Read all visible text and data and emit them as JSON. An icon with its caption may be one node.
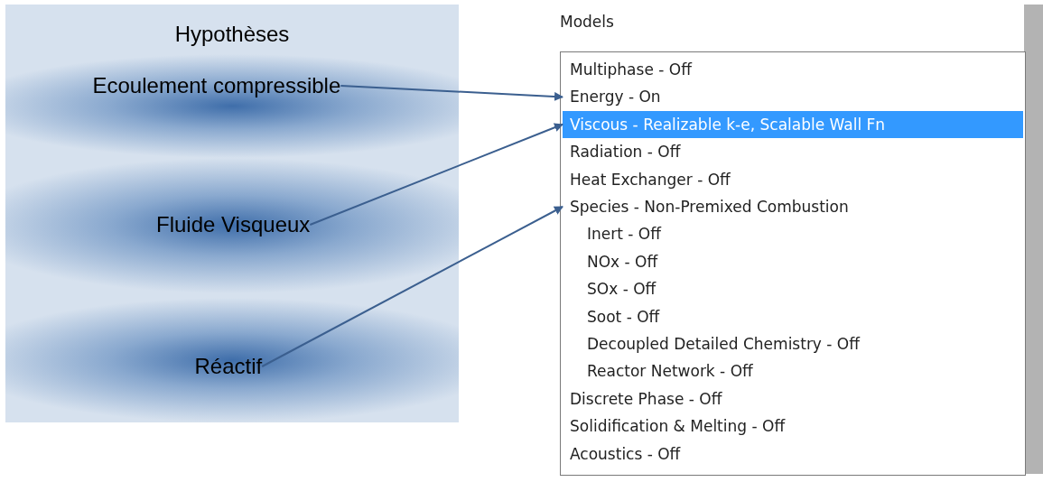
{
  "diagram": {
    "nodes": [
      {
        "text": [
          "Hypothèses"
        ]
      },
      {
        "text": [
          "Ecoulement compressible"
        ],
        "in": 0
      },
      {
        "text": [
          "Fluide Visqueux"
        ],
        "in": 0
      },
      {
        "text": [
          "Réactif"
        ],
        "in": 0
      },
      {
        "text": [
          "Models"
        ]
      },
      {
        "text": [
          "Multiphase - Off"
        ],
        "in": 4
      },
      {
        "text": [
          "Energy - On"
        ],
        "in": 4
      },
      {
        "text": [
          "Viscous - Realizable k-e, Scalable Wall Fn"
        ],
        "in": 4
      },
      {
        "text": [
          "Radiation - Off"
        ],
        "in": 4
      },
      {
        "text": [
          "Heat Exchanger - Off"
        ],
        "in": 4
      },
      {
        "text": [
          "Species - Non-Premixed Combustion"
        ],
        "in": 4
      },
      {
        "text": [
          "Inert - Off"
        ],
        "in": 4
      },
      {
        "text": [
          "NOx - Off"
        ],
        "in": 4
      },
      {
        "text": [
          "SOx - Off"
        ],
        "in": 4
      },
      {
        "text": [
          "Soot - Off"
        ],
        "in": 4
      },
      {
        "text": [
          "Decoupled Detailed Chemistry - Off"
        ],
        "in": 4
      },
      {
        "text": [
          "Reactor Network - Off"
        ],
        "in": 4
      },
      {
        "text": [
          "Discrete Phase - Off"
        ],
        "in": 4
      },
      {
        "text": [
          "Solidification & Melting - Off"
        ],
        "in": 4
      },
      {
        "text": [
          "Acoustics - Off"
        ],
        "in": 4
      }
    ],
    "edges": [
      {
        "from": 1,
        "to": 6,
        "arrow": "to"
      },
      {
        "from": 2,
        "to": 7,
        "arrow": "to"
      },
      {
        "from": 3,
        "to": 10,
        "arrow": "to"
      }
    ]
  }
}
